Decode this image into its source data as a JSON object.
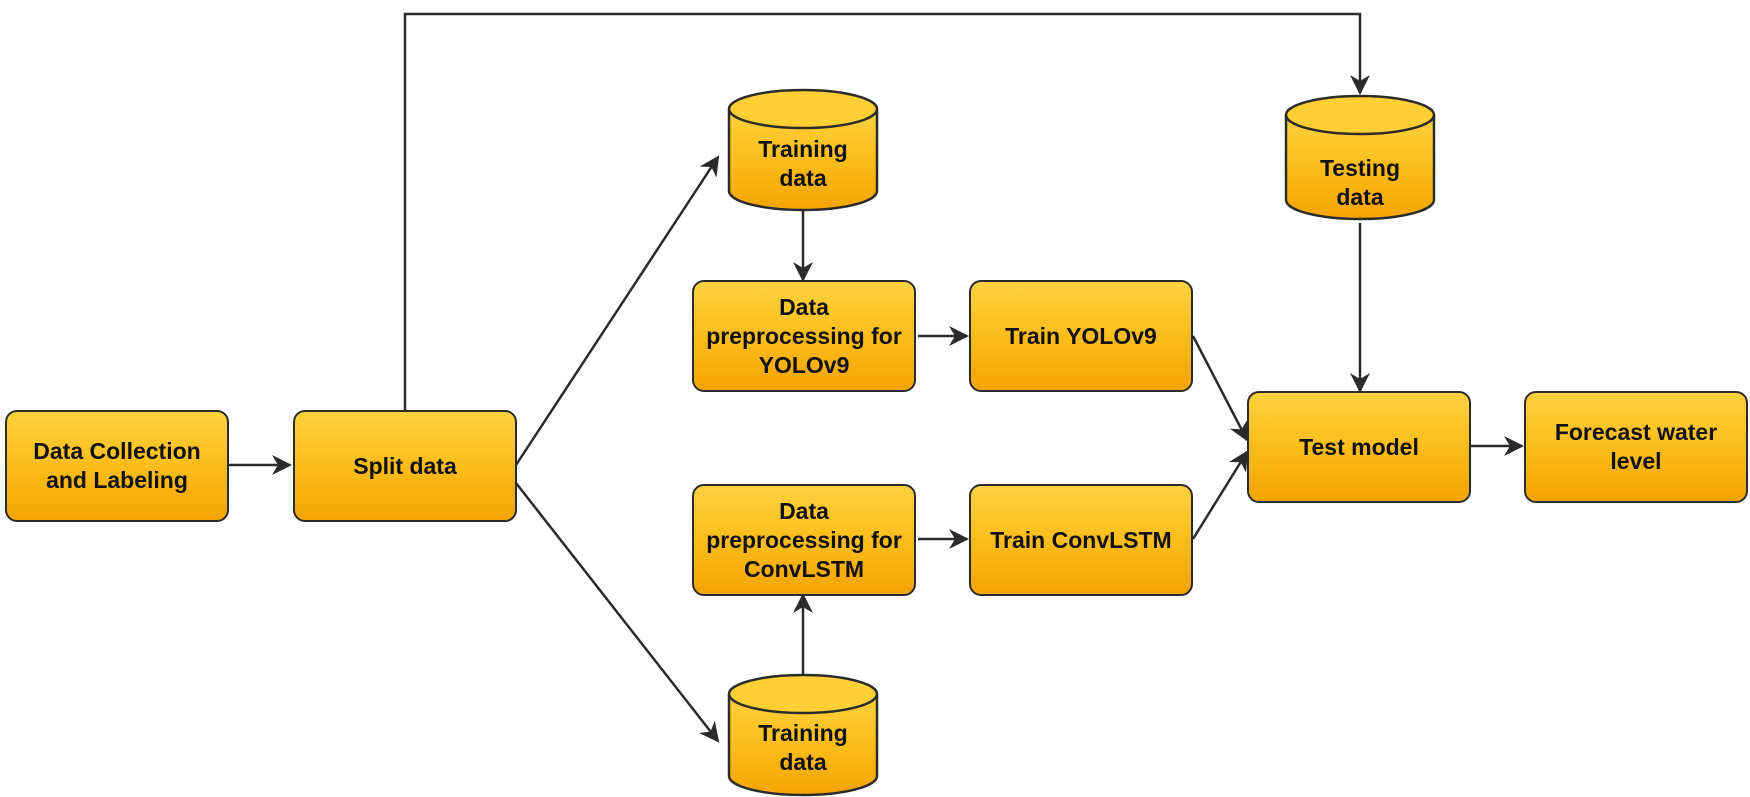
{
  "nodes": {
    "data_collection": "Data Collection\nand Labeling",
    "split_data": "Split data",
    "training_data_top": "Training\ndata",
    "training_data_bottom": "Training\ndata",
    "testing_data": "Testing\ndata",
    "preprocess_yolo": "Data\npreprocessing for\nYOLOv9",
    "preprocess_convlstm": "Data\npreprocessing for\nConvLSTM",
    "train_yolo": "Train YOLOv9",
    "train_convlstm": "Train ConvLSTM",
    "test_model": "Test model",
    "forecast": "Forecast water\nlevel"
  },
  "colors": {
    "node_fill_top": "#ffd23f",
    "node_fill_bottom": "#f4a404",
    "stroke": "#2b2b2b"
  }
}
